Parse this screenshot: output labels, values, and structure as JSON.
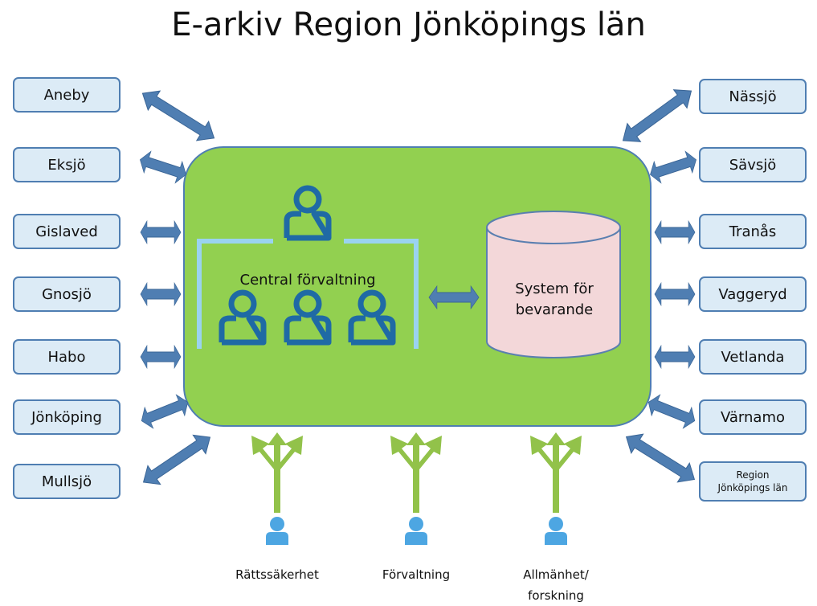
{
  "title": "E-arkiv Region Jönköpings län",
  "left_boxes": [
    "Aneby",
    "Eksjö",
    "Gislaved",
    "Gnosjö",
    "Habo",
    "Jönköping",
    "Mullsjö"
  ],
  "right_boxes": [
    "Nässjö",
    "Sävsjö",
    "Tranås",
    "Vaggeryd",
    "Vetlanda",
    "Värnamo"
  ],
  "region_box": {
    "line1": "Region",
    "line2": "Jönköpings län"
  },
  "center": {
    "admin_label": "Central förvaltning",
    "system_line1": "System för",
    "system_line2": "bevarande"
  },
  "bottom": {
    "items": [
      "Rättssäkerhet",
      "Förvaltning",
      "Allmänhet/",
      "forskning"
    ]
  },
  "colors": {
    "box_fill": "#dcebf6",
    "box_border": "#4f7eb2",
    "center_fill": "#92d050",
    "arrow": "#4f7eb2",
    "person_icon": "#1f6aa5",
    "cylinder": "#f3d7d9",
    "green_arrows": "#92c24a",
    "user_icon": "#4da6e2"
  }
}
